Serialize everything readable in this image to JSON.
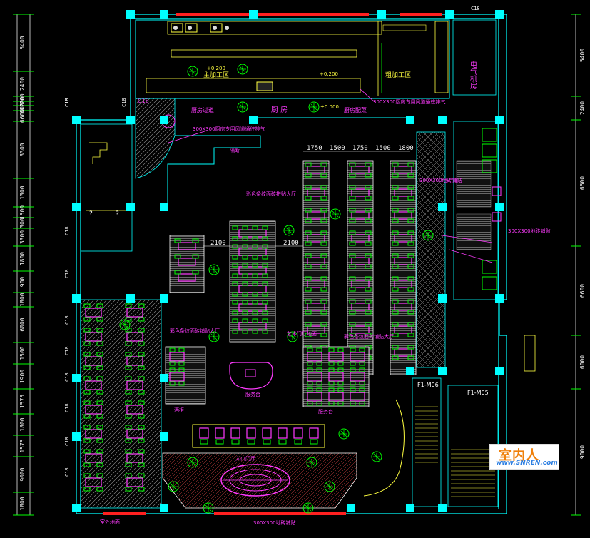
{
  "left_dimensions": [
    "5400",
    "2400",
    "200",
    "1200",
    "600",
    "6600",
    "3300",
    "1300",
    "1500",
    "300",
    "3300",
    "1800",
    "900",
    "1800",
    "6000",
    "1500",
    "1900",
    "1575",
    "1800",
    "1575",
    "9000",
    "1800",
    "1575"
  ],
  "right_dimensions": [
    "5400",
    "2400",
    "6600",
    "6600",
    "6000",
    "9000"
  ],
  "table_dims": [
    "1750",
    "1500",
    "1750",
    "1500",
    "1800"
  ],
  "aisle_dims": [
    "2100",
    "2100"
  ],
  "room_labels": {
    "kitchen": "厨  房",
    "main_process": "主加工区",
    "rough_process": "粗加工区",
    "electrical": "电气机房",
    "kitchen_passage": "厨房过道",
    "kitchen_office": "厨房配菜"
  },
  "elevations": [
    "+0.200",
    "+0.200",
    "±0.000"
  ],
  "annotations": {
    "kitchen_duct": "300X300厨房专用风道通往排气",
    "duct_2": "300X300厨房专用风道通往排气",
    "mid_hall": "彩色条纹面砖拼贴大厅",
    "right_floor": "300X300地砖铺贴",
    "west_hall": "彩色条纹面砖铺贴大厅",
    "center_hall": "彩色条纹面砖铺贴大厅",
    "central_aisle": "艺术门厅地面",
    "buffet": "服务台",
    "entrance": "入口门厅",
    "reception": "酒柜",
    "pantry": "服务台",
    "partition": "隔断",
    "stair_note": "300X300地砖铺贴",
    "bottom_entry": "300X300地砖铺贴",
    "bottom_left": "室外地面"
  },
  "door_tags": [
    "C18",
    "C18",
    "C18",
    "C18",
    "C18",
    "C18",
    "C18",
    "C18",
    "C18",
    "C18",
    "C18"
  ],
  "door_marks": [
    "F1-M06",
    "F1-M05"
  ],
  "window_tag": "C18",
  "logo": {
    "text": "室内人",
    "url": "www.SNREN.com"
  },
  "colors": {
    "wall_cyan": "#00ffff",
    "magenta": "#ff3bff",
    "green": "#00ff00",
    "yellow": "#ffff40",
    "red": "#ff2020",
    "background": "#000000"
  }
}
